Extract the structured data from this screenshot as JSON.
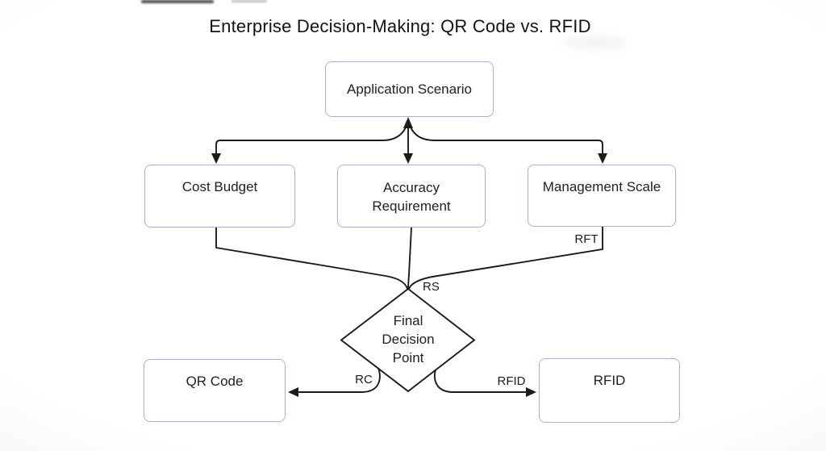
{
  "title": "Enterprise Decision-Making: QR Code vs. RFID",
  "nodes": {
    "application_scenario": "Application Scenario",
    "cost_budget": "Cost Budget",
    "accuracy_requirement": "Accuracy Requirement",
    "management_scale": "Management Scale",
    "final_decision_point": "Final Decision Point",
    "qr_code": "QR Code",
    "rfid": "RFID"
  },
  "edge_labels": {
    "rft": "RFT",
    "rs": "RS",
    "rc": "RC",
    "rfid": "RFID"
  },
  "colors": {
    "node_border": "#a6b4d3",
    "connector": "#1b1b1b",
    "text": "#212121",
    "background": "#ffffff"
  }
}
